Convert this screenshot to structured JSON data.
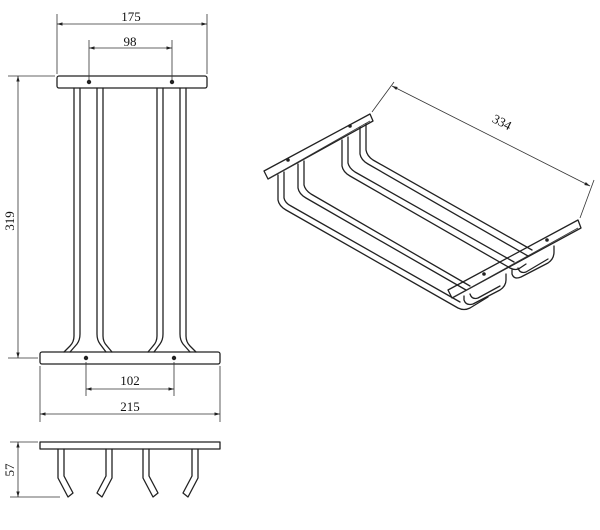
{
  "drawing": {
    "dimensions": {
      "top_width": "175",
      "top_hole_spacing": "98",
      "height": "319",
      "bottom_hole_spacing": "102",
      "bottom_width": "215",
      "depth": "57",
      "length": "334"
    }
  }
}
